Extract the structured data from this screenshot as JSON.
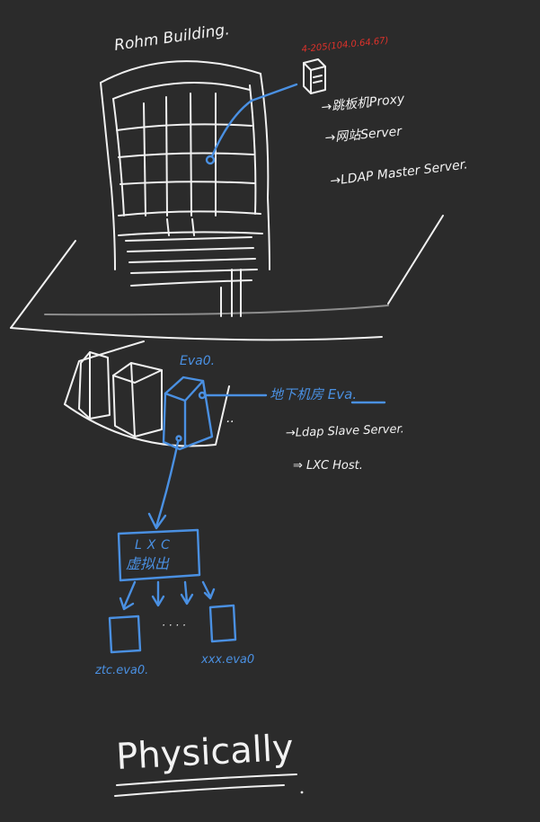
{
  "building": {
    "title": "Rohm Building."
  },
  "server_top": {
    "ip": "4-205(104.0.64.67)",
    "roles": [
      "→跳板机Proxy",
      "→网站Server",
      "→LDAP Master Server."
    ]
  },
  "basement": {
    "eva_label": "Eva0.",
    "eva_room": "地下机房 Eva.",
    "ellipsis": "..",
    "roles": [
      "→Ldap Slave Server.",
      "⇒ LXC Host."
    ]
  },
  "lxc": {
    "line1": "LXC",
    "line2": "虚拟出",
    "dots": "· · · ·",
    "vm_left": "ztc.eva0.",
    "vm_right": "xxx.eva0"
  },
  "footer": {
    "title": "Physically"
  },
  "colors": {
    "background": "#2b2b2b",
    "ink_white": "#f0f0f0",
    "ink_blue": "#4a90e2",
    "ink_red": "#e0322b"
  }
}
